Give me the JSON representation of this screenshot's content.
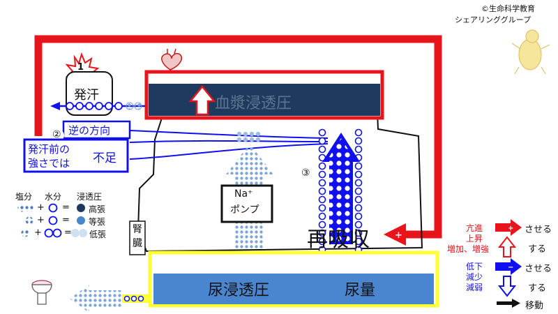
{
  "copyright": {
    "line1": "©生命科学教育",
    "line2": "シェアリンググループ"
  },
  "marker_1": "1",
  "sweat_label": "発汗",
  "plasma_osmolality_label": "血漿浸透圧",
  "marker_2": "②",
  "reverse_direction_label": "逆の方向",
  "insufficient_box": {
    "line1": "発汗前の",
    "line2": "強さでは",
    "emphasis": "不足"
  },
  "marker_3": "③",
  "pump_label": {
    "line1": "Na⁺",
    "line2": "ポンプ"
  },
  "reabsorption_label": "再吸収",
  "kidney_label": "腎臓",
  "urine_osmolality_label": "尿浸透圧",
  "urine_volume_label": "尿量",
  "left_legend": {
    "headers": {
      "salt": "塩分",
      "water": "水分",
      "osmotic": "浸透圧"
    },
    "rows": [
      {
        "plus": "+",
        "equals": "=",
        "label": "高張"
      },
      {
        "plus": "+",
        "equals": "=",
        "label": "等張"
      },
      {
        "plus": "+",
        "equals": "=",
        "label": "低張"
      }
    ]
  },
  "right_legend": {
    "increase_words": [
      "亢進",
      "上昇",
      "増加、増強"
    ],
    "decrease_words": [
      "低下",
      "減少",
      "減弱"
    ],
    "causes_label": "させる",
    "does_label": "する",
    "movement_label": "移動"
  },
  "colors": {
    "red": "#e8141c",
    "blue": "#1010ee",
    "navy": "#1f3a5f",
    "urine_blue": "#4a86d0",
    "yellow": "#ffff33",
    "light_blue": "#98b8e2"
  }
}
